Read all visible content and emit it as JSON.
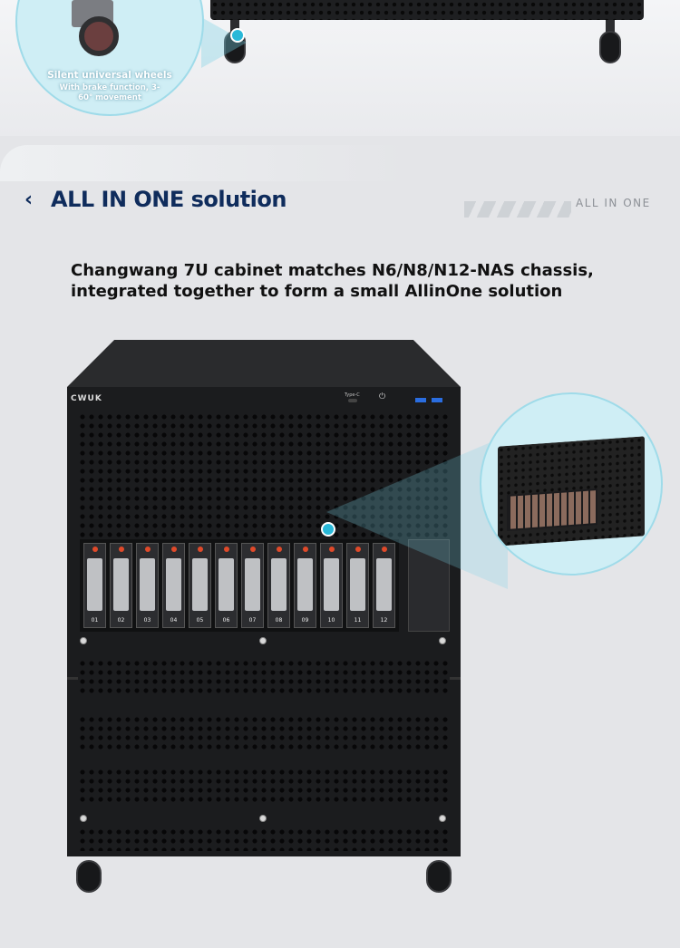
{
  "top_callout": {
    "line1": "Silent universal wheels",
    "line2": "With brake function, 3-",
    "line3": "60° movement"
  },
  "section": {
    "icon": "chevron-left-icon",
    "title": "ALL IN ONE solution",
    "tag": "ALL IN ONE",
    "intro_line1": "Changwang 7U cabinet matches N6/N8/N12-NAS chassis,",
    "intro_line2": "integrated together to form a small AllinOne solution"
  },
  "cabinet": {
    "logo": "CWUK",
    "port_label": "Type-C",
    "bays": [
      "01",
      "02",
      "03",
      "04",
      "05",
      "06",
      "07",
      "08",
      "09",
      "10",
      "11",
      "12"
    ]
  },
  "colors": {
    "title": "#0f2c5c",
    "accent": "#29b8d8"
  }
}
